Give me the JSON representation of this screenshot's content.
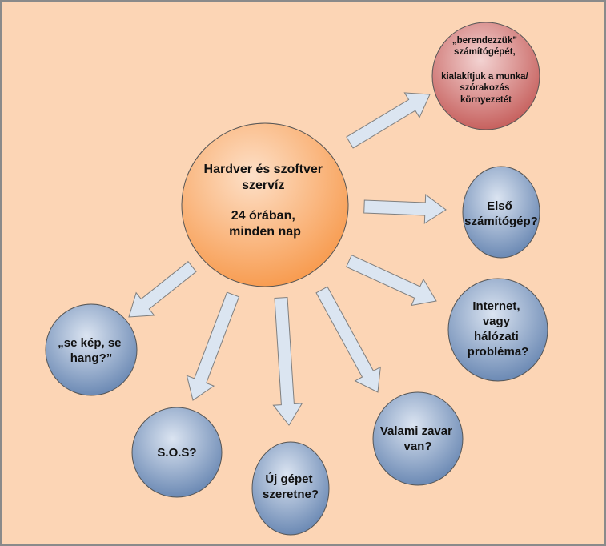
{
  "colors": {
    "background": "#fcd5b5",
    "border": "#8a8a8a",
    "center_fill": "#f79646",
    "center_highlight": "#fde0c8",
    "blue_fill": "#5b7cab",
    "blue_highlight": "#dbe4f1",
    "red_fill": "#c0504d",
    "red_highlight": "#f3d3d2",
    "arrow_fill": "#dbe5f1",
    "arrow_stroke": "#7f7f7f"
  },
  "center": {
    "lines": [
      "Hardver és szoftver",
      "szervíz",
      "",
      "24 órában,",
      "minden nap"
    ]
  },
  "nodes": [
    {
      "id": "berendezzuk",
      "color": "red",
      "lines": [
        "„berendezzük”",
        "számítógépét,",
        "",
        "kialakítjuk a munka/",
        "szórakozás",
        "környezetét"
      ]
    },
    {
      "id": "elso",
      "color": "blue",
      "lines": [
        "Első",
        "számítógép?"
      ]
    },
    {
      "id": "internet",
      "color": "blue",
      "lines": [
        "Internet,",
        "vagy",
        "hálózati",
        "probléma?"
      ]
    },
    {
      "id": "valami",
      "color": "blue",
      "lines": [
        "Valami zavar",
        "van?"
      ]
    },
    {
      "id": "uj-gep",
      "color": "blue",
      "lines": [
        "Új gépet",
        "szeretne?"
      ]
    },
    {
      "id": "sos",
      "color": "blue",
      "lines": [
        "S.O.S?"
      ]
    },
    {
      "id": "se-kep",
      "color": "blue",
      "lines": [
        "„se kép, se",
        "hang?”"
      ]
    }
  ]
}
